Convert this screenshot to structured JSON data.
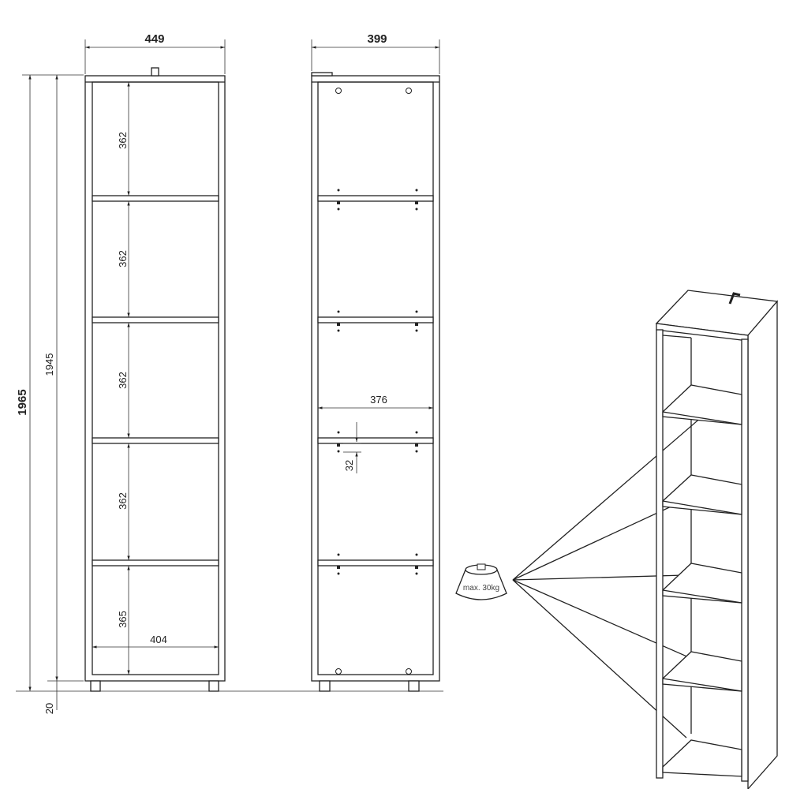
{
  "front_view": {
    "width_label": "449",
    "total_height_label": "1965",
    "carcass_height_label": "1945",
    "foot_height_label": "20",
    "compartment_heights": [
      "362",
      "362",
      "362",
      "362",
      "365"
    ],
    "inner_width_label": "404"
  },
  "side_view": {
    "depth_label": "399",
    "inner_depth_label": "376",
    "hole_spacing_label": "32"
  },
  "load_icon": {
    "label": "max. 30kg"
  }
}
